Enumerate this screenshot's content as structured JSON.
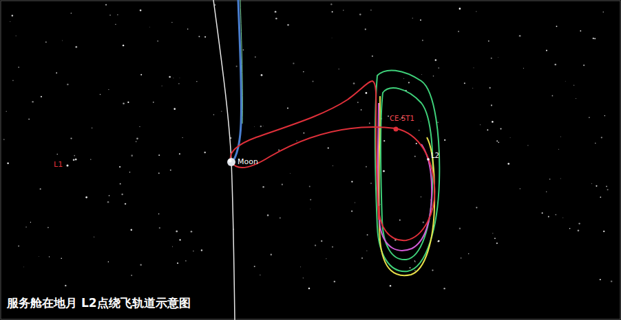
{
  "diagram": {
    "caption": "服务舱在地月 L2点绕飞轨道示意图",
    "labels": [
      "L1",
      "Moon",
      "CE-5T1",
      "L2"
    ]
  }
}
